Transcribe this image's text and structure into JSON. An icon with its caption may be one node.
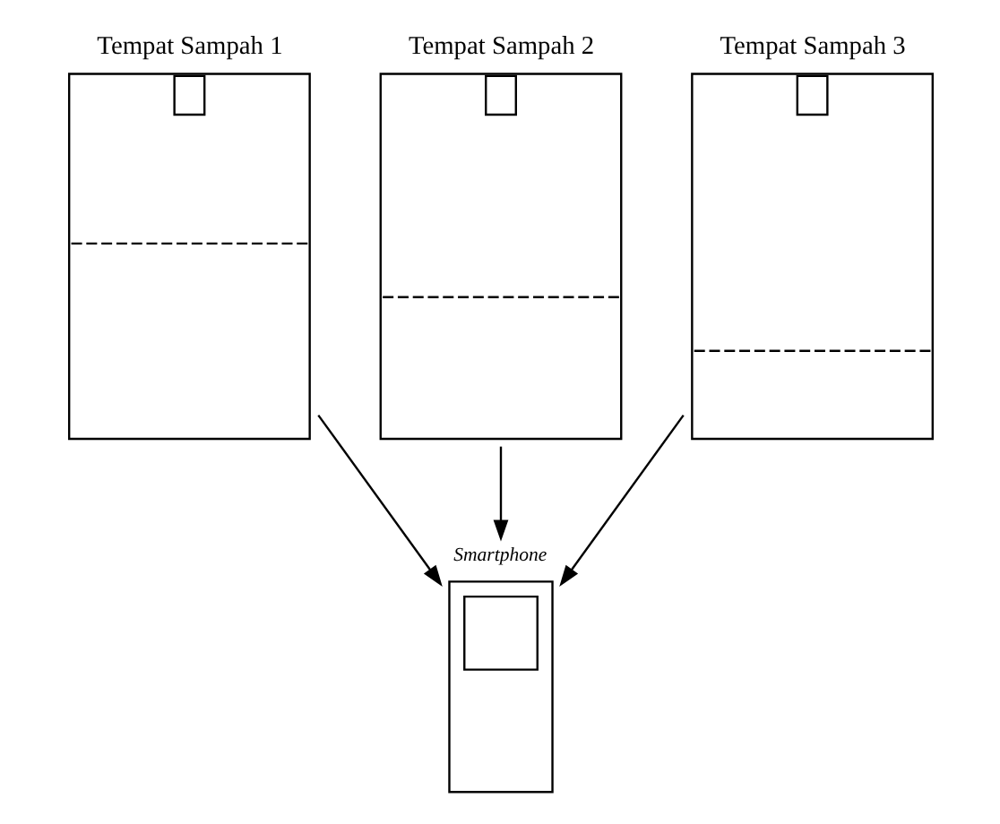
{
  "diagram": {
    "nodes": [
      {
        "text": [
          "Tempat Sampah 1"
        ]
      },
      {
        "text": [
          "Tempat Sampah 2"
        ]
      },
      {
        "text": [
          "Tempat Sampah 3"
        ]
      },
      {
        "text": [
          "Smartphone"
        ]
      }
    ],
    "edges": [
      {
        "from": 0,
        "to": 3,
        "arrow": "to"
      },
      {
        "from": 1,
        "to": 3,
        "arrow": "to"
      },
      {
        "from": 2,
        "to": 3,
        "arrow": "to"
      }
    ]
  }
}
